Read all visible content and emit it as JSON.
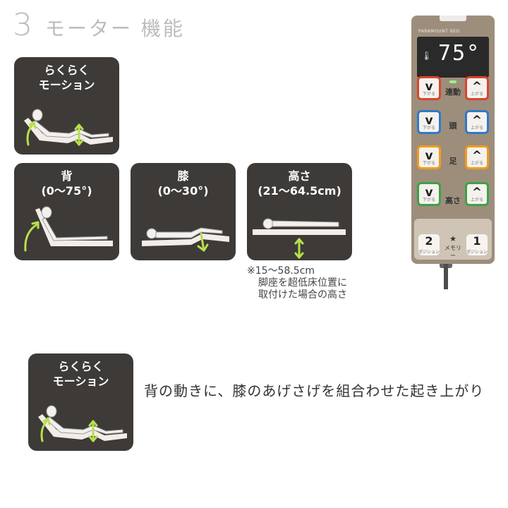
{
  "title": {
    "number": "3",
    "text": "モーター 機能"
  },
  "cards": {
    "raku_top": {
      "line1": "らくらく",
      "line2": "モーション"
    },
    "back": {
      "line1": "背",
      "line2": "(0〜75°)"
    },
    "knee": {
      "line1": "膝",
      "line2": "(0〜30°)"
    },
    "height": {
      "line1": "高さ",
      "line2": "(21〜64.5cm)"
    },
    "raku_bottom": {
      "line1": "らくらく",
      "line2": "モーション"
    }
  },
  "note": {
    "line1": "※15〜58.5cm",
    "line2": "脚座を超低床位置に",
    "line3": "取付けた場合の高さ"
  },
  "description": "背の動きに、膝のあげさげを組合わせた起き上がり",
  "remote": {
    "brand": "PARAMOUNT BED",
    "display": "75°",
    "rows": [
      {
        "left_label": "下がる",
        "center": "連動",
        "right_label": "上がる",
        "left_color": "#d9452c",
        "right_color": "#d9452c"
      },
      {
        "left_label": "下がる",
        "center": "頭",
        "right_label": "上がる",
        "left_color": "#2f79c9",
        "right_color": "#2f79c9"
      },
      {
        "left_label": "下がる",
        "center": "足",
        "right_label": "上がる",
        "left_color": "#f39a1e",
        "right_color": "#f39a1e"
      },
      {
        "left_label": "下がる",
        "center": "高さ",
        "right_label": "上がる",
        "left_color": "#3aa14a",
        "right_color": "#3aa14a"
      }
    ],
    "up_symbol": "^",
    "down_symbol": "v",
    "pos2": {
      "num": "2",
      "label": "ポジション"
    },
    "memory": {
      "star": "★",
      "label": "メモリー"
    },
    "pos1": {
      "num": "1",
      "label": "ポジション"
    }
  },
  "colors": {
    "card_bg": "#3d3a38",
    "arrow": "#b7e04a",
    "remote_body": "#9d8e7c",
    "title": "#bcbcbc"
  }
}
